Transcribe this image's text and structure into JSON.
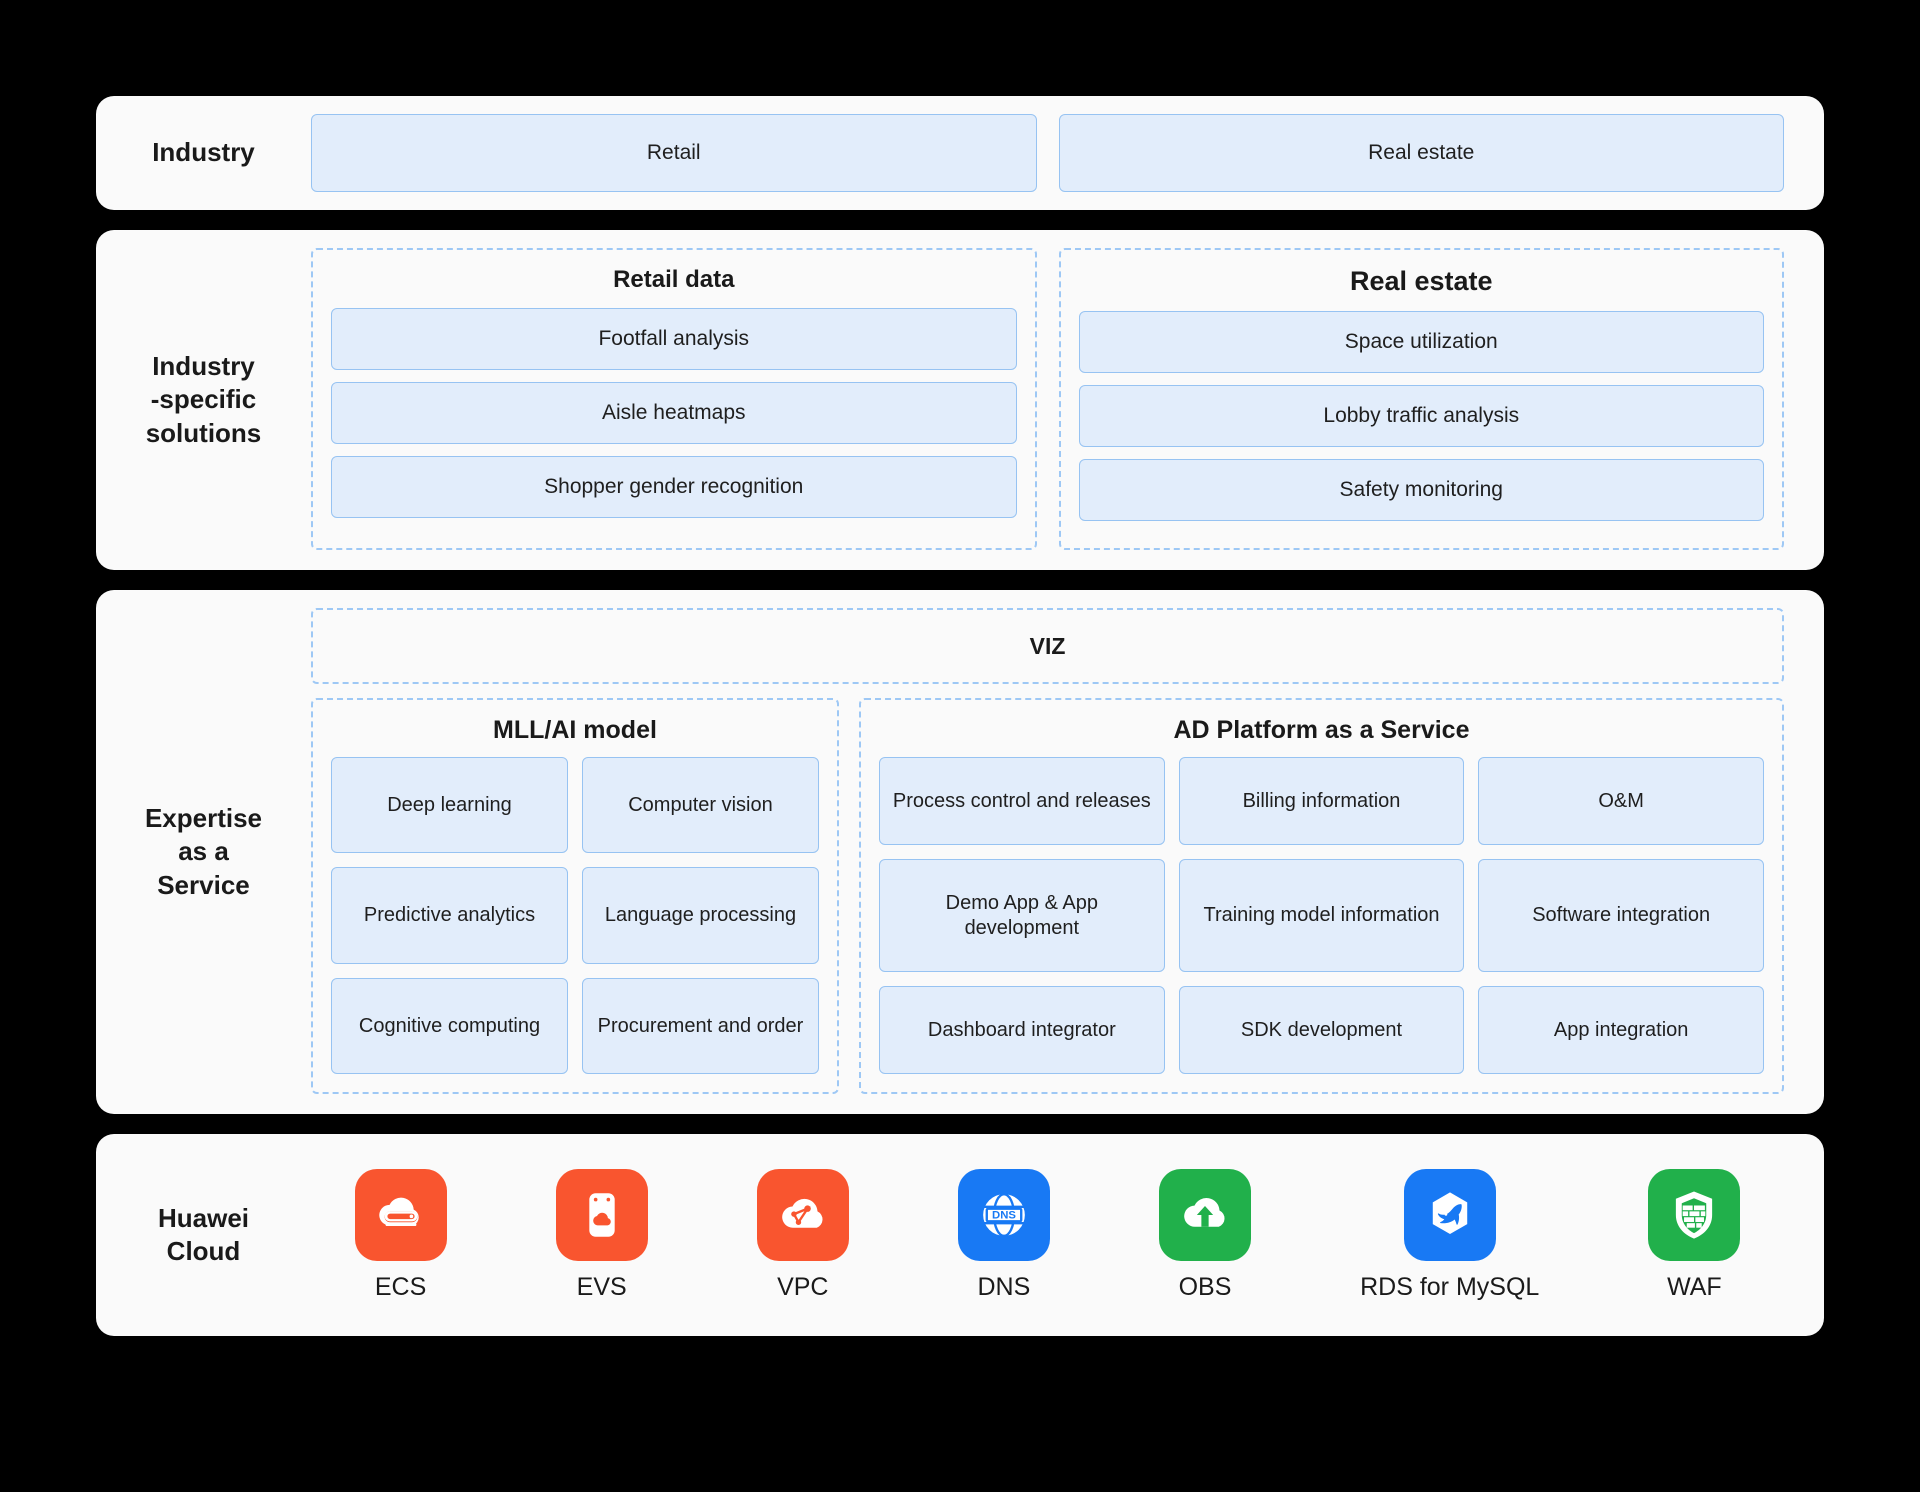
{
  "colors": {
    "background": "#000000",
    "panel": "#fafafa",
    "box_fill": "#e2edfb",
    "box_border": "#97c3f2",
    "dashed_border": "#9ec8f5",
    "orange": "#f9552f",
    "blue": "#1879f4",
    "green": "#21b04b"
  },
  "rows": {
    "industry": {
      "label": "Industry",
      "items": [
        "Retail",
        "Real estate"
      ]
    },
    "solutions": {
      "label": "Industry\n-specific\nsolutions",
      "groups": [
        {
          "title": "Retail data",
          "items": [
            "Footfall analysis",
            "Aisle heatmaps",
            "Shopper gender recognition"
          ]
        },
        {
          "title": "Real estate",
          "items": [
            "Space utilization",
            "Lobby traffic analysis",
            "Safety monitoring"
          ]
        }
      ]
    },
    "expertise": {
      "label": "Expertise\nas a\nService",
      "viz": "VIZ",
      "groups": [
        {
          "title": "MLL/AI model",
          "items": [
            "Deep learning",
            "Computer vision",
            "Predictive analytics",
            "Language processing",
            "Cognitive computing",
            "Procurement and order"
          ]
        },
        {
          "title": "AD Platform as a Service",
          "items": [
            "Process control and releases",
            "Billing information",
            "O&M",
            "Demo App & App development",
            "Training model information",
            "Software integration",
            "Dashboard integrator",
            "SDK development",
            "App integration"
          ]
        }
      ]
    },
    "cloud": {
      "label": "Huawei\nCloud",
      "services": [
        {
          "label": "ECS",
          "icon": "ecs-cloud-server-icon",
          "color": "#f9552f"
        },
        {
          "label": "EVS",
          "icon": "evs-volume-storage-icon",
          "color": "#f9552f"
        },
        {
          "label": "VPC",
          "icon": "vpc-cloud-network-icon",
          "color": "#f9552f"
        },
        {
          "label": "DNS",
          "icon": "dns-globe-icon",
          "color": "#1879f4"
        },
        {
          "label": "OBS",
          "icon": "obs-cloud-upload-icon",
          "color": "#21b04b"
        },
        {
          "label": "RDS for MySQL",
          "icon": "rds-dolphin-icon",
          "color": "#1879f4"
        },
        {
          "label": "WAF",
          "icon": "waf-shield-firewall-icon",
          "color": "#21b04b"
        }
      ]
    }
  }
}
